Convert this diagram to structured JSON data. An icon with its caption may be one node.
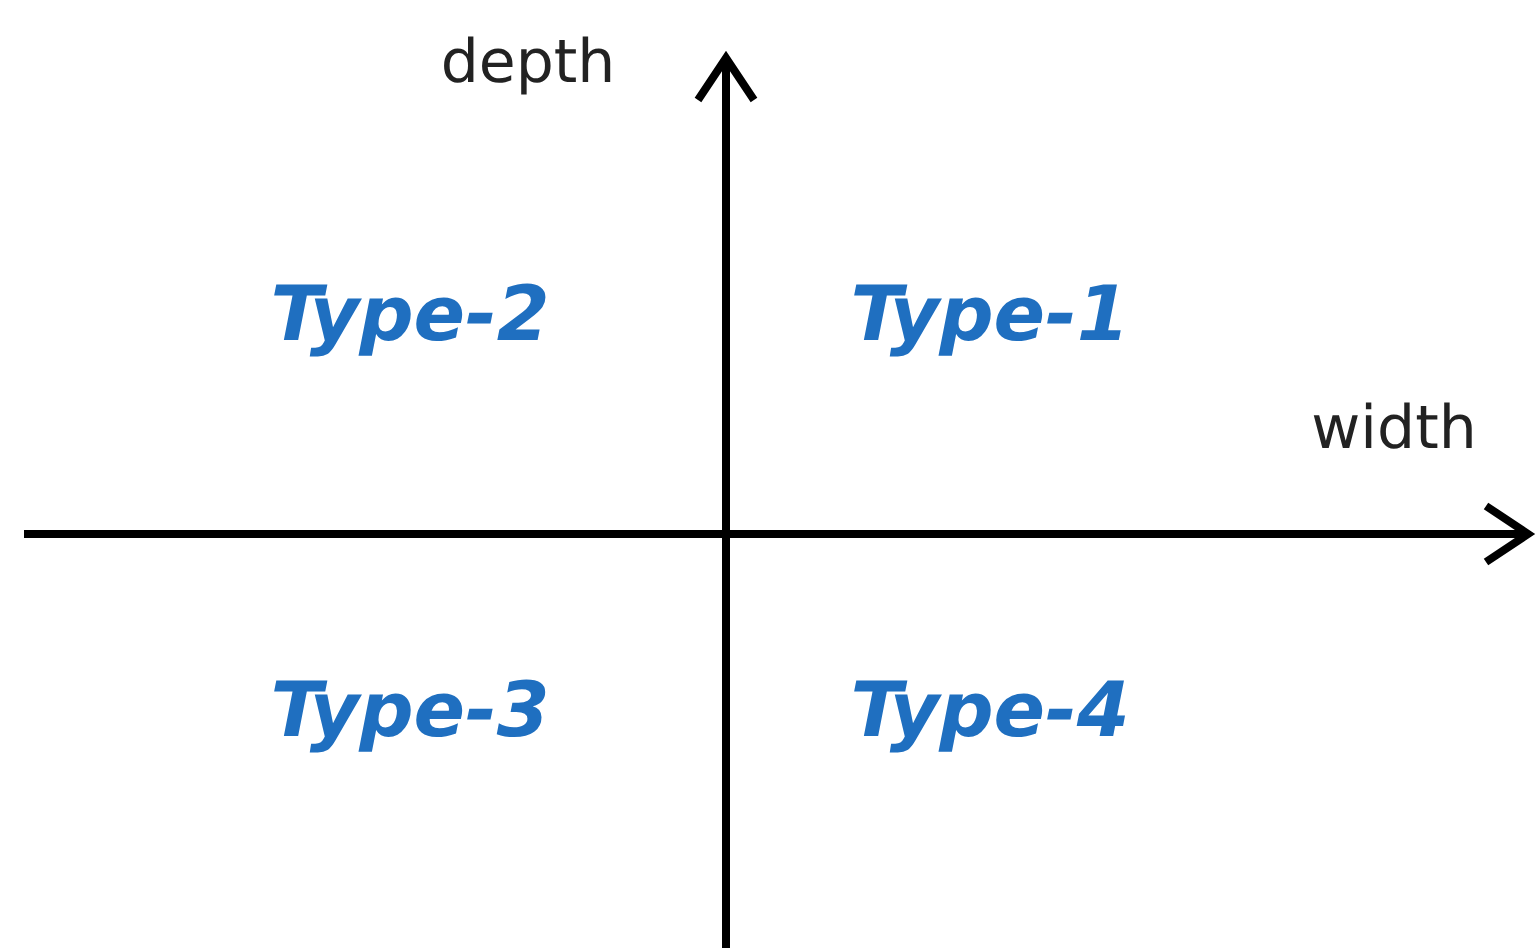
{
  "diagram": {
    "labels": [
      "depth",
      "Type-2",
      "Type-1",
      "width",
      "Type-3",
      "Type-4"
    ]
  }
}
